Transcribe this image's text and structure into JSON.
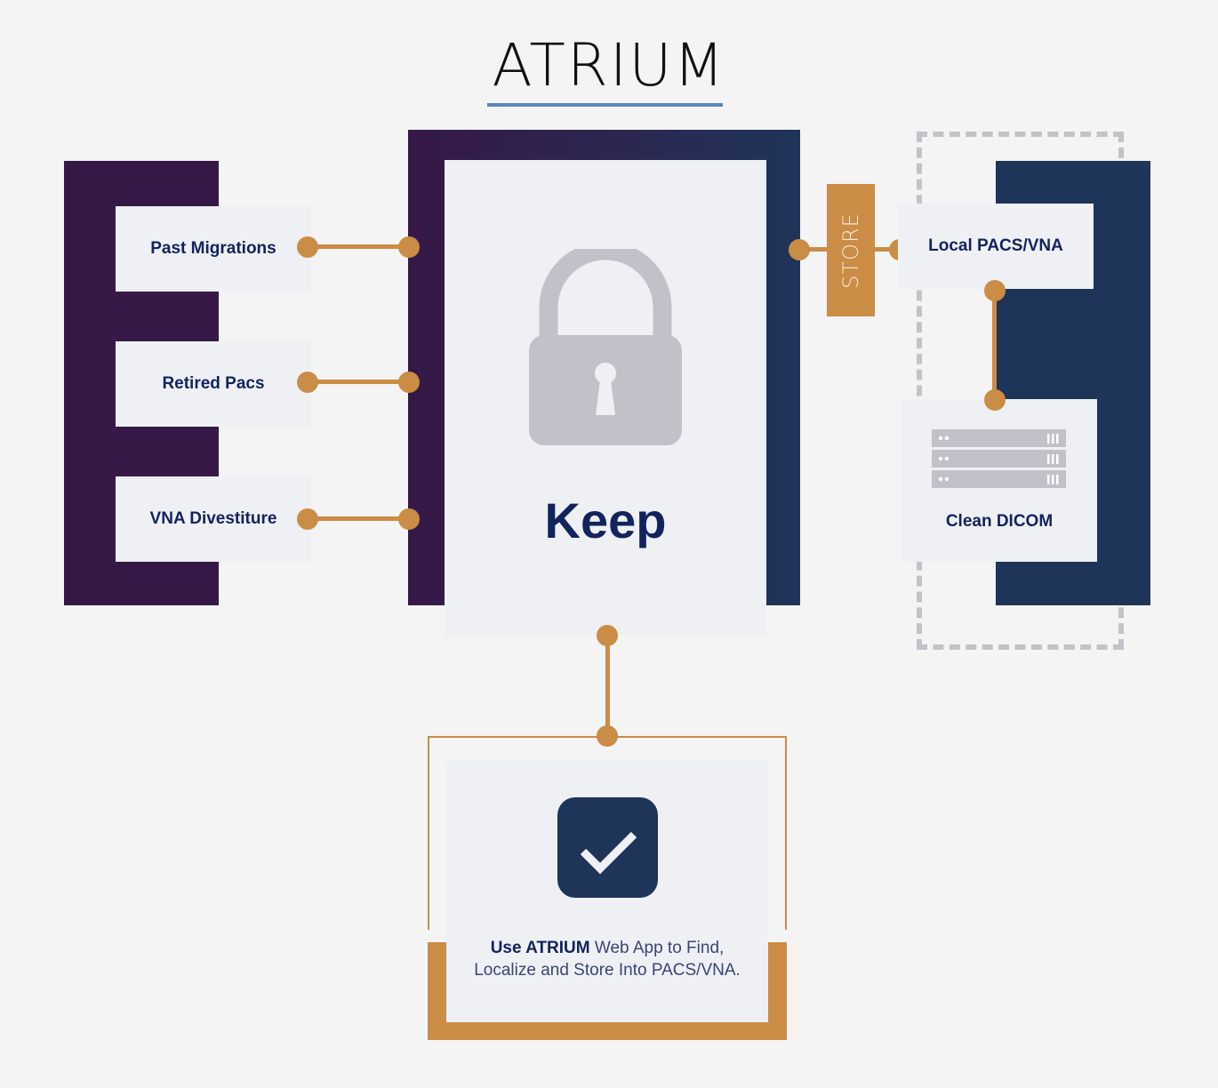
{
  "title": "ATRIUM",
  "colors": {
    "purple": "#361847",
    "navy": "#1f3459",
    "accent_orange": "#cb8c45",
    "panel": "#eff0f4",
    "label_text": "#13235c",
    "title_underline": "#5a87b9",
    "icon_gray": "#c1c2c9"
  },
  "sources": [
    {
      "label": "Past Migrations"
    },
    {
      "label": "Retired Pacs"
    },
    {
      "label": "VNA Divestiture"
    }
  ],
  "center": {
    "icon": "lock-icon",
    "label": "Keep"
  },
  "store_tag": "STORE",
  "destinations": {
    "local": {
      "label": "Local PACS/VNA"
    },
    "clean": {
      "label": "Clean DICOM",
      "icon": "server-rack-icon"
    }
  },
  "bottom": {
    "icon": "checkmark-icon",
    "text_bold": "Use ATRIUM",
    "text_line1_rest": " Web App to Find,",
    "text_line2": "Localize and Store Into PACS/VNA."
  }
}
